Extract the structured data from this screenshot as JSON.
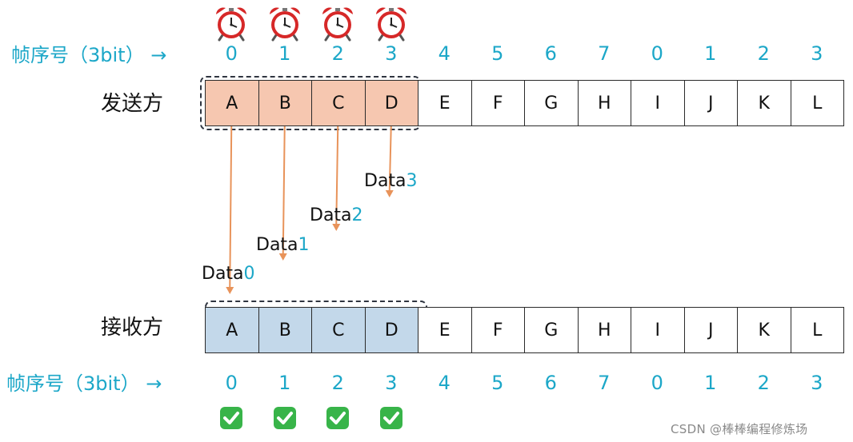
{
  "seq_label": "帧序号（3bit）",
  "seq_arrow": "→",
  "seq_numbers": [
    "0",
    "1",
    "2",
    "3",
    "4",
    "5",
    "6",
    "7",
    "0",
    "1",
    "2",
    "3"
  ],
  "sender": {
    "label": "发送方",
    "frames": [
      "A",
      "B",
      "C",
      "D",
      "E",
      "F",
      "G",
      "H",
      "I",
      "J",
      "K",
      "L"
    ],
    "window_size": 4,
    "highlight_color": "#f6c7b0"
  },
  "receiver": {
    "label": "接收方",
    "frames": [
      "A",
      "B",
      "C",
      "D",
      "E",
      "F",
      "G",
      "H",
      "I",
      "J",
      "K",
      "L"
    ],
    "window_size": 4,
    "highlight_color": "#c3d8ea"
  },
  "transmissions": [
    {
      "prefix": "Data",
      "num": "0"
    },
    {
      "prefix": "Data",
      "num": "1"
    },
    {
      "prefix": "Data",
      "num": "2"
    },
    {
      "prefix": "Data",
      "num": "3"
    }
  ],
  "arrow_color": "#e8935a",
  "timer_icons": [
    "alarm-clock-icon",
    "alarm-clock-icon",
    "alarm-clock-icon",
    "alarm-clock-icon"
  ],
  "ack_icons": [
    "check-mark-icon",
    "check-mark-icon",
    "check-mark-icon",
    "check-mark-icon"
  ],
  "watermark": "CSDN @棒棒编程修炼场"
}
